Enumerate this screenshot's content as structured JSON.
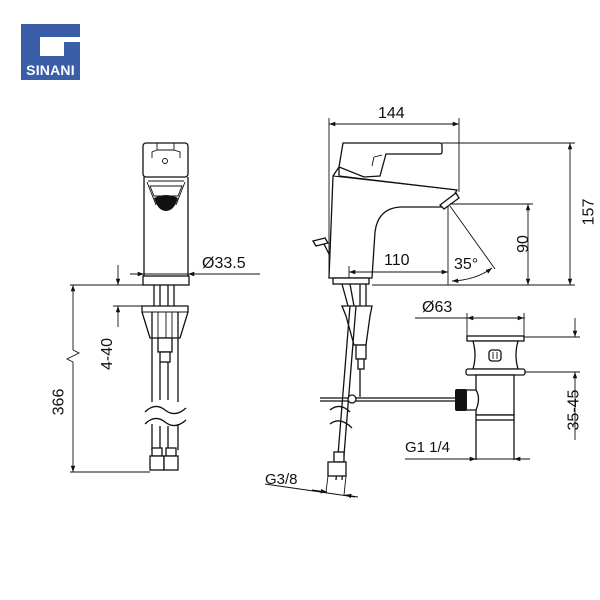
{
  "logo": {
    "brand": "SINANI",
    "color": "#3a5fa8"
  },
  "front_view": {
    "dimensions": {
      "body_diameter": "Ø33.5",
      "total_height": "366",
      "mount_thickness": "4-40"
    }
  },
  "side_view": {
    "dimensions": {
      "overall_length": "144",
      "overall_height": "157",
      "spout_height": "90",
      "spout_reach": "110",
      "spout_angle": "35°",
      "hose_thread": "G3/8"
    }
  },
  "drain_view": {
    "dimensions": {
      "plug_diameter": "Ø63",
      "adjust_range": "35-45",
      "drain_thread": "G1 1/4"
    }
  }
}
